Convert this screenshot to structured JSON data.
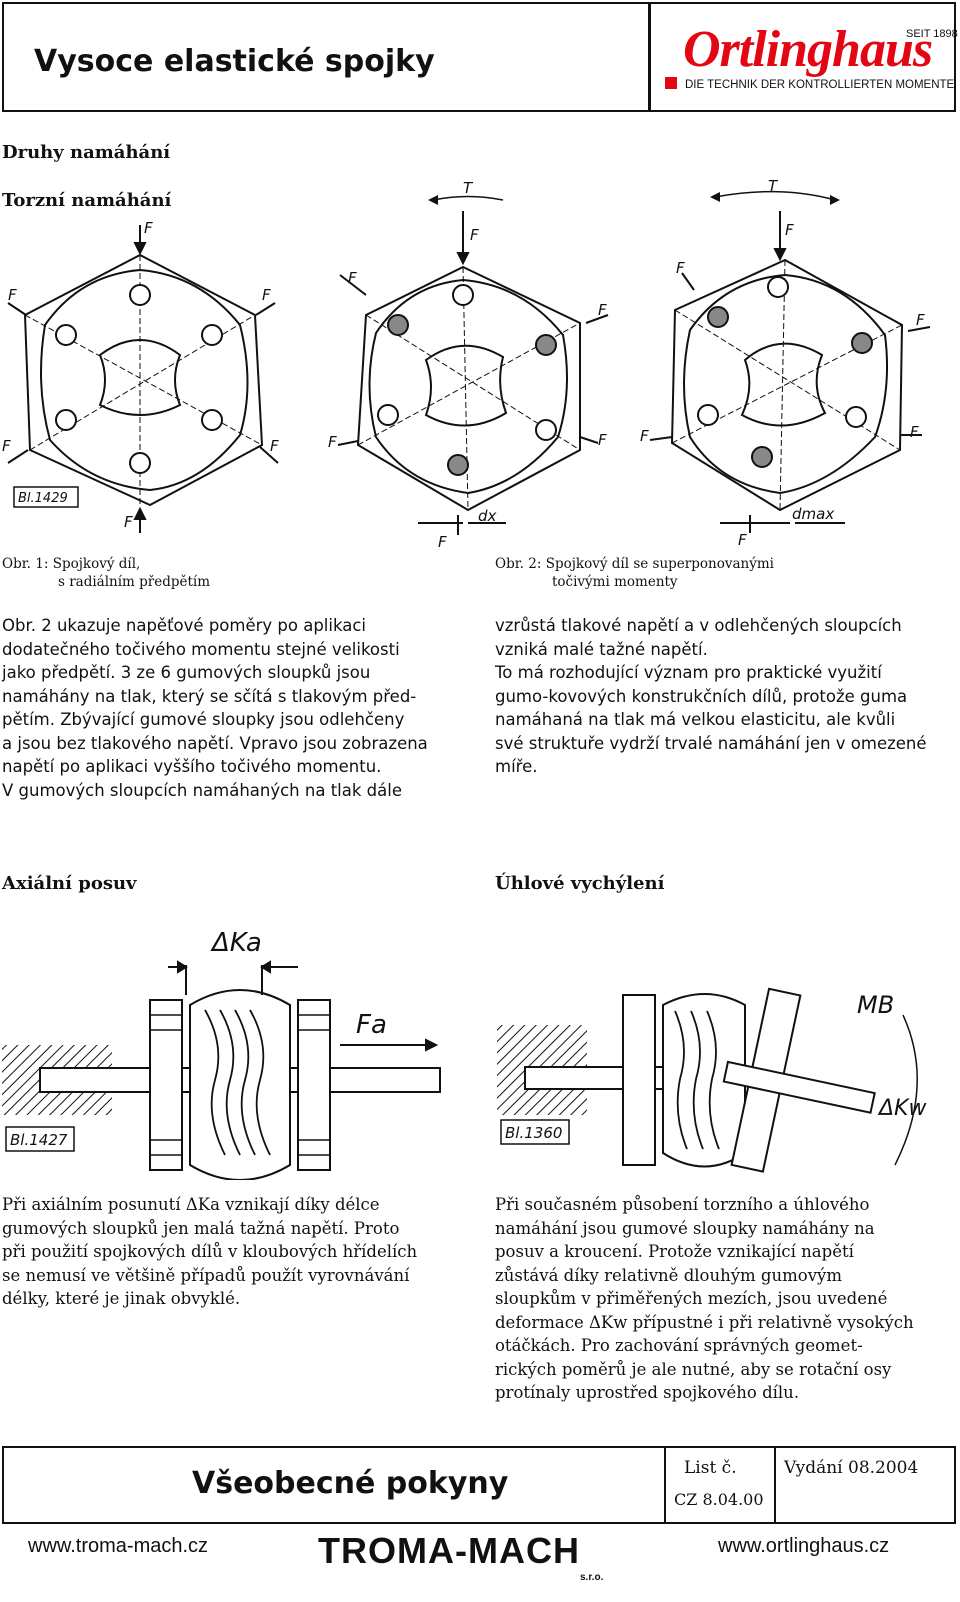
{
  "header": {
    "title": "Vysoce elastické spojky",
    "logo_since": "SEIT 1898",
    "logo_name": "Ortlinghaus",
    "logo_tagline": "DIE TECHNIK DER KONTROLLIERTEN MOMENTE",
    "brand_color": "#e30613"
  },
  "section1": {
    "heading": "Druhy namáhání",
    "subheading": "Torzní namáhání",
    "figure_labels": {
      "force": "F",
      "torque": "T",
      "drawing_no_1": "Bl.1429",
      "dx": "dx",
      "dmax": "dmax"
    },
    "caption1_line1": "Obr. 1: Spojkový díl,",
    "caption1_line2": "s radiálním předpětím",
    "caption2_line1": "Obr. 2: Spojkový díl se superponovanými",
    "caption2_line2": "točivými momenty",
    "para_left": [
      "Obr. 2 ukazuje napěťové poměry po aplikaci",
      "dodatečného točivého momentu stejné velikosti",
      "jako předpětí. 3 ze 6 gumových sloupků jsou",
      "namáhány na tlak, který se sčítá s tlakovým před-",
      "pětím. Zbývající gumové sloupky jsou odlehčeny",
      "a jsou bez tlakového napětí. Vpravo jsou zobrazena",
      "napětí po aplikaci vyššího točivého momentu.",
      "V gumových sloupcích namáhaných na tlak dále"
    ],
    "para_right": [
      "vzrůstá tlakové napětí a v odlehčených sloupcích",
      "vzniká malé tažné napětí.",
      "To má rozhodující význam pro praktické využití",
      "gumo-kovových konstrukčních dílů, protože guma",
      "namáhaná na tlak má velkou elasticitu, ale kvůli",
      "své struktuře vydrží trvalé namáhání jen v omezené",
      "míře."
    ]
  },
  "section2": {
    "left_heading": "Axiální posuv",
    "right_heading": "Úhlové vychýlení",
    "figure_labels": {
      "delta_ka": "ΔKa",
      "fa": "Fa",
      "drawing_no_2": "Bl.1427",
      "drawing_no_3": "Bl.1360",
      "mb": "MB",
      "delta_kw": "ΔKw"
    },
    "para_left": [
      "Při axiálním posunutí ΔKa vznikají díky délce",
      "gumových sloupků jen malá tažná napětí. Proto",
      "při použití spojkových dílů v kloubových hřídelích",
      "se nemusí ve většině případů použít vyrovnávání",
      "délky, které je jinak obvyklé."
    ],
    "para_right": [
      "Při současném působení torzního a úhlového",
      "namáhání jsou gumové sloupky namáhány na",
      "posuv a kroucení. Protože vznikající napětí",
      "zůstává díky relativně dlouhým gumovým",
      "sloupkům v přiměřených mezích, jsou uvedené",
      "deformace ΔKw přípustné i při relativně vysokých",
      "otáčkách. Pro zachování správných geomet-",
      "rických poměrů je ale nutné, aby se rotační osy",
      "protínaly uprostřed spojkového dílu."
    ]
  },
  "footer": {
    "title": "Všeobecné pokyny",
    "list_label": "List č.",
    "list_code": "CZ 8.04.00",
    "issue": "Vydání 08.2004",
    "url_left": "www.troma-mach.cz",
    "brand_center": "TROMA-MACH",
    "brand_center_sub": "s.r.o.",
    "url_right": "www.ortlinghaus.cz"
  }
}
